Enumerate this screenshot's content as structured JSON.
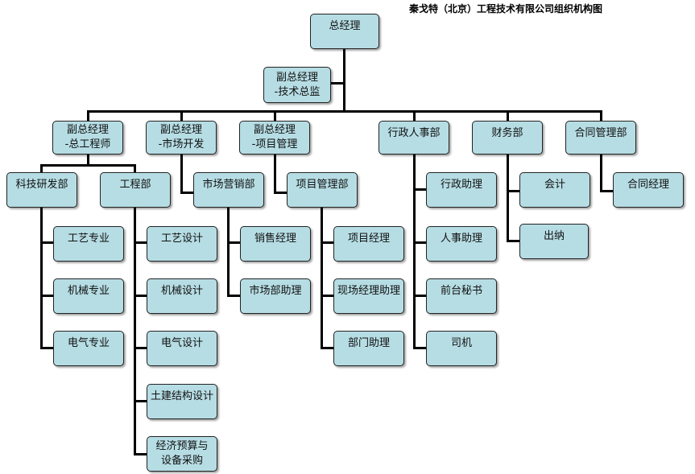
{
  "title": "秦戈特（北京）工程技术有限公司组织机构图",
  "gm": "总经理",
  "vp_tech": [
    "副总经理",
    "-技术总监"
  ],
  "vp_chief_engineer": [
    "副总经理",
    "-总工程师"
  ],
  "vp_marketing": [
    "副总经理",
    "-市场开发"
  ],
  "vp_project": [
    "副总经理",
    "-项目管理"
  ],
  "admin_hr": "行政人事部",
  "finance": "财务部",
  "contract_mgmt": "合同管理部",
  "rnd": "科技研发部",
  "engineering": "工程部",
  "marketing_dept": "市场营销部",
  "project_dept": "项目管理部",
  "rnd_items": [
    "工艺专业",
    "机械专业",
    "电气专业"
  ],
  "eng_items": [
    "工艺设计",
    "机械设计",
    "电气设计",
    "土建结构设计",
    "经济预算与设备采购"
  ],
  "mkt_items": [
    "销售经理",
    "市场部助理"
  ],
  "proj_items": [
    "项目经理",
    "现场经理助理",
    "部门助理"
  ],
  "admin_items": [
    "行政助理",
    "人事助理",
    "前台秘书",
    "司机"
  ],
  "fin_items": [
    "会计",
    "出纳"
  ],
  "contract_items": [
    "合同经理"
  ]
}
